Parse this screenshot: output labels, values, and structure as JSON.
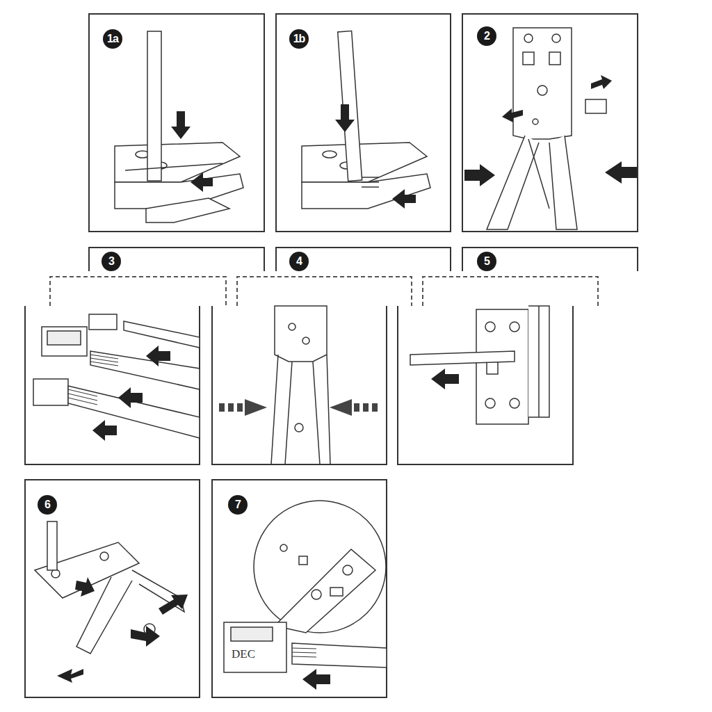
{
  "diagram": {
    "labels": [
      "1a",
      "1b",
      "2",
      "3",
      "4",
      "5",
      "6",
      "7",
      "DEC"
    ]
  }
}
